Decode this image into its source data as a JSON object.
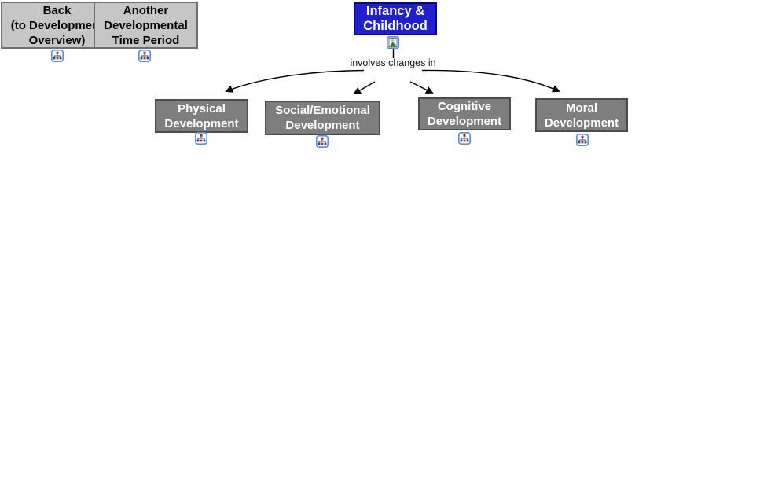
{
  "nodes": {
    "back": {
      "line1": "Back",
      "line2": "(to Development",
      "line3": "Overview)"
    },
    "another": {
      "line1": "Another",
      "line2": "Developmental",
      "line3": "Time Period"
    },
    "infancy": {
      "line1": "Infancy &",
      "line2": "Childhood"
    },
    "physical": {
      "line1": "Physical",
      "line2": "Development"
    },
    "social": {
      "line1": "Social/Emotional",
      "line2": "Development"
    },
    "cognitive": {
      "line1": "Cognitive",
      "line2": "Development"
    },
    "moral": {
      "line1": "Moral",
      "line2": "Development"
    }
  },
  "linking_phrase": {
    "line1": "involves",
    "line2": "changes in"
  },
  "icons": {
    "subcmap_tree": "linked-concept-map-icon",
    "image_resource": "image-resource-icon"
  },
  "colors": {
    "background": "#ffffff",
    "topic_bg": "#2121cc",
    "topic_border": "#0a0a70",
    "topic_text": "#ffffff",
    "branch_bg": "#7e7e7e",
    "branch_border": "#4c4c4c",
    "branch_text": "#ffffff",
    "nav_bg": "#c6c6c6",
    "nav_border": "#6f6f6f",
    "nav_text": "#000000",
    "connector_line": "#000000",
    "icon_border_blue": "#5b8dd9"
  }
}
